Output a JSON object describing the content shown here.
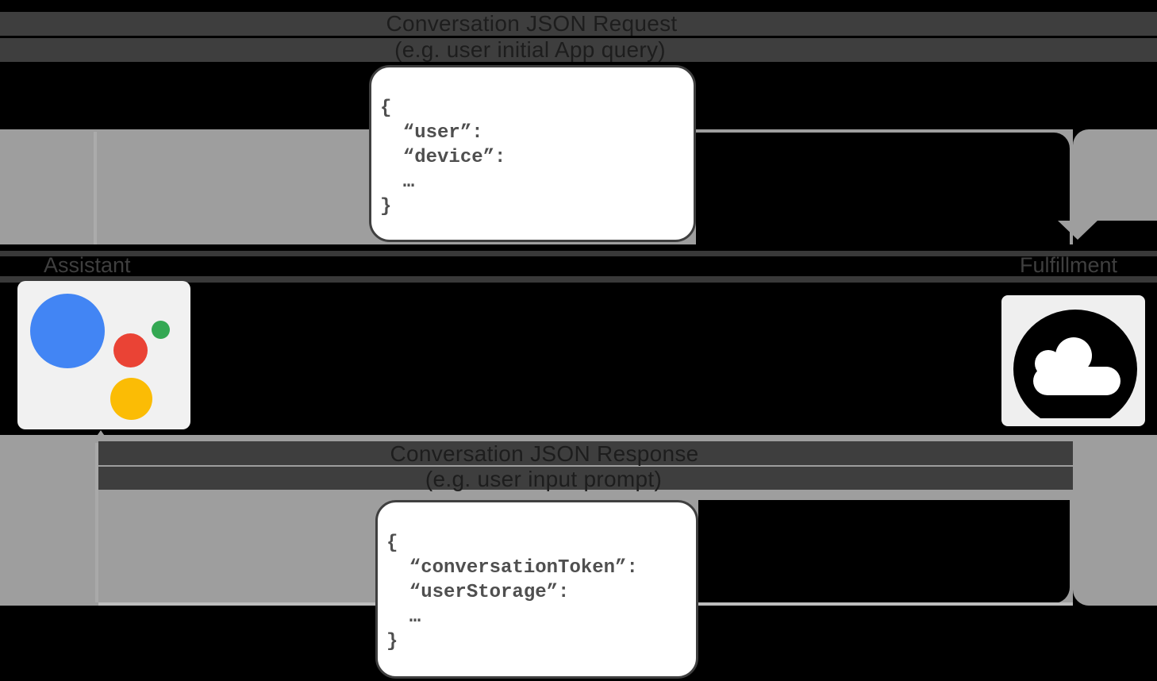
{
  "diagram": {
    "request": {
      "title": "Conversation JSON Request",
      "subtitle": "(e.g. user initial App query)",
      "payload_lines": [
        "{",
        "  “user”:",
        "  “device”:",
        "  …",
        "}"
      ]
    },
    "response": {
      "title": "Conversation JSON Response",
      "subtitle": "(e.g. user input prompt)",
      "payload_lines": [
        "{",
        "  “conversationToken”:",
        "  “userStorage”:",
        "  …",
        "}"
      ]
    },
    "nodes": {
      "assistant": {
        "label": "Assistant",
        "icon": "google-assistant-logo"
      },
      "fulfillment": {
        "label": "Fulfillment",
        "icon": "cloud-icon"
      }
    },
    "colors": {
      "background": "#000000",
      "arrow_gray": "#9e9e9e",
      "bar_dark": "#3e3e3e",
      "json_text": "#4f4f4f",
      "assistant_blue": "#4285f4",
      "assistant_red": "#ea4335",
      "assistant_green": "#34a853",
      "assistant_yellow": "#fbbc05"
    }
  }
}
